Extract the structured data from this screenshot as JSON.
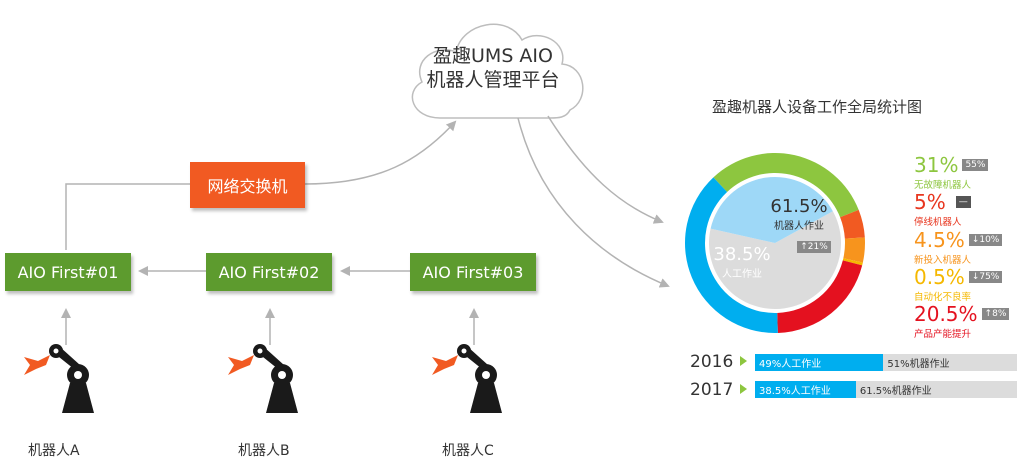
{
  "cloud": {
    "line1": "盈趣UMS AIO",
    "line2": "机器人管理平台"
  },
  "switch": {
    "label": "网络交换机"
  },
  "nodes": [
    {
      "label": "AIO First#01"
    },
    {
      "label": "AIO First#02"
    },
    {
      "label": "AIO First#03"
    }
  ],
  "robots": [
    {
      "label": "机器人A"
    },
    {
      "label": "机器人B"
    },
    {
      "label": "机器人C"
    }
  ],
  "stats": {
    "title": "盈趣机器人设备工作全局统计图",
    "donut": {
      "machine": {
        "pct": "61.5%",
        "name": "机器人作业",
        "tag": "↑21%"
      },
      "manual": {
        "pct": "38.5%",
        "name": "人工作业"
      }
    },
    "legend": [
      {
        "pct": "31%",
        "tag": "55%",
        "name": "无故障机器人",
        "color": "#8dc63f"
      },
      {
        "pct": "5%",
        "tag": "—",
        "name": "停线机器人",
        "color": "#e8361f"
      },
      {
        "pct": "4.5%",
        "tag": "↓10%",
        "name": "新投入机器人",
        "color": "#f7941d"
      },
      {
        "pct": "0.5%",
        "tag": "↓75%",
        "name": "自动化不良率",
        "color": "#f5b800"
      },
      {
        "pct": "20.5%",
        "tag": "↑8%",
        "name": "产品产能提升",
        "color": "#e4111f"
      }
    ],
    "years": [
      {
        "year": "2016",
        "manual_label": "49%人工作业",
        "machine_label": "51%机器作业",
        "manual_frac": 0.49
      },
      {
        "year": "2017",
        "manual_label": "38.5%人工作业",
        "machine_label": "61.5%机器作业",
        "manual_frac": 0.385
      }
    ]
  },
  "chart_data": {
    "type": "pie",
    "title": "盈趣机器人设备工作全局统计图",
    "inner": [
      {
        "name": "机器人作业",
        "value": 61.5
      },
      {
        "name": "人工作业",
        "value": 38.5
      }
    ],
    "outer": [
      {
        "name": "无故障机器人",
        "value": 31
      },
      {
        "name": "停线机器人",
        "value": 5
      },
      {
        "name": "新投入机器人",
        "value": 4.5
      },
      {
        "name": "自动化不良率",
        "value": 0.5
      },
      {
        "name": "产品产能提升",
        "value": 20.5
      },
      {
        "name": "人工作业",
        "value": 38.5
      }
    ],
    "bars": [
      {
        "year": "2016",
        "manual": 49,
        "machine": 51
      },
      {
        "year": "2017",
        "manual": 38.5,
        "machine": 61.5
      }
    ]
  },
  "colors": {
    "green_box": "#5d9b2e",
    "orange_box": "#f15a22",
    "manual_blue": "#00aeef",
    "manual_light": "#9ed8f7",
    "machine_gray": "#dcdcdc",
    "line_gray": "#b3b3b3"
  },
  "icons": [
    "cloud-icon",
    "robot-arm-icon"
  ]
}
